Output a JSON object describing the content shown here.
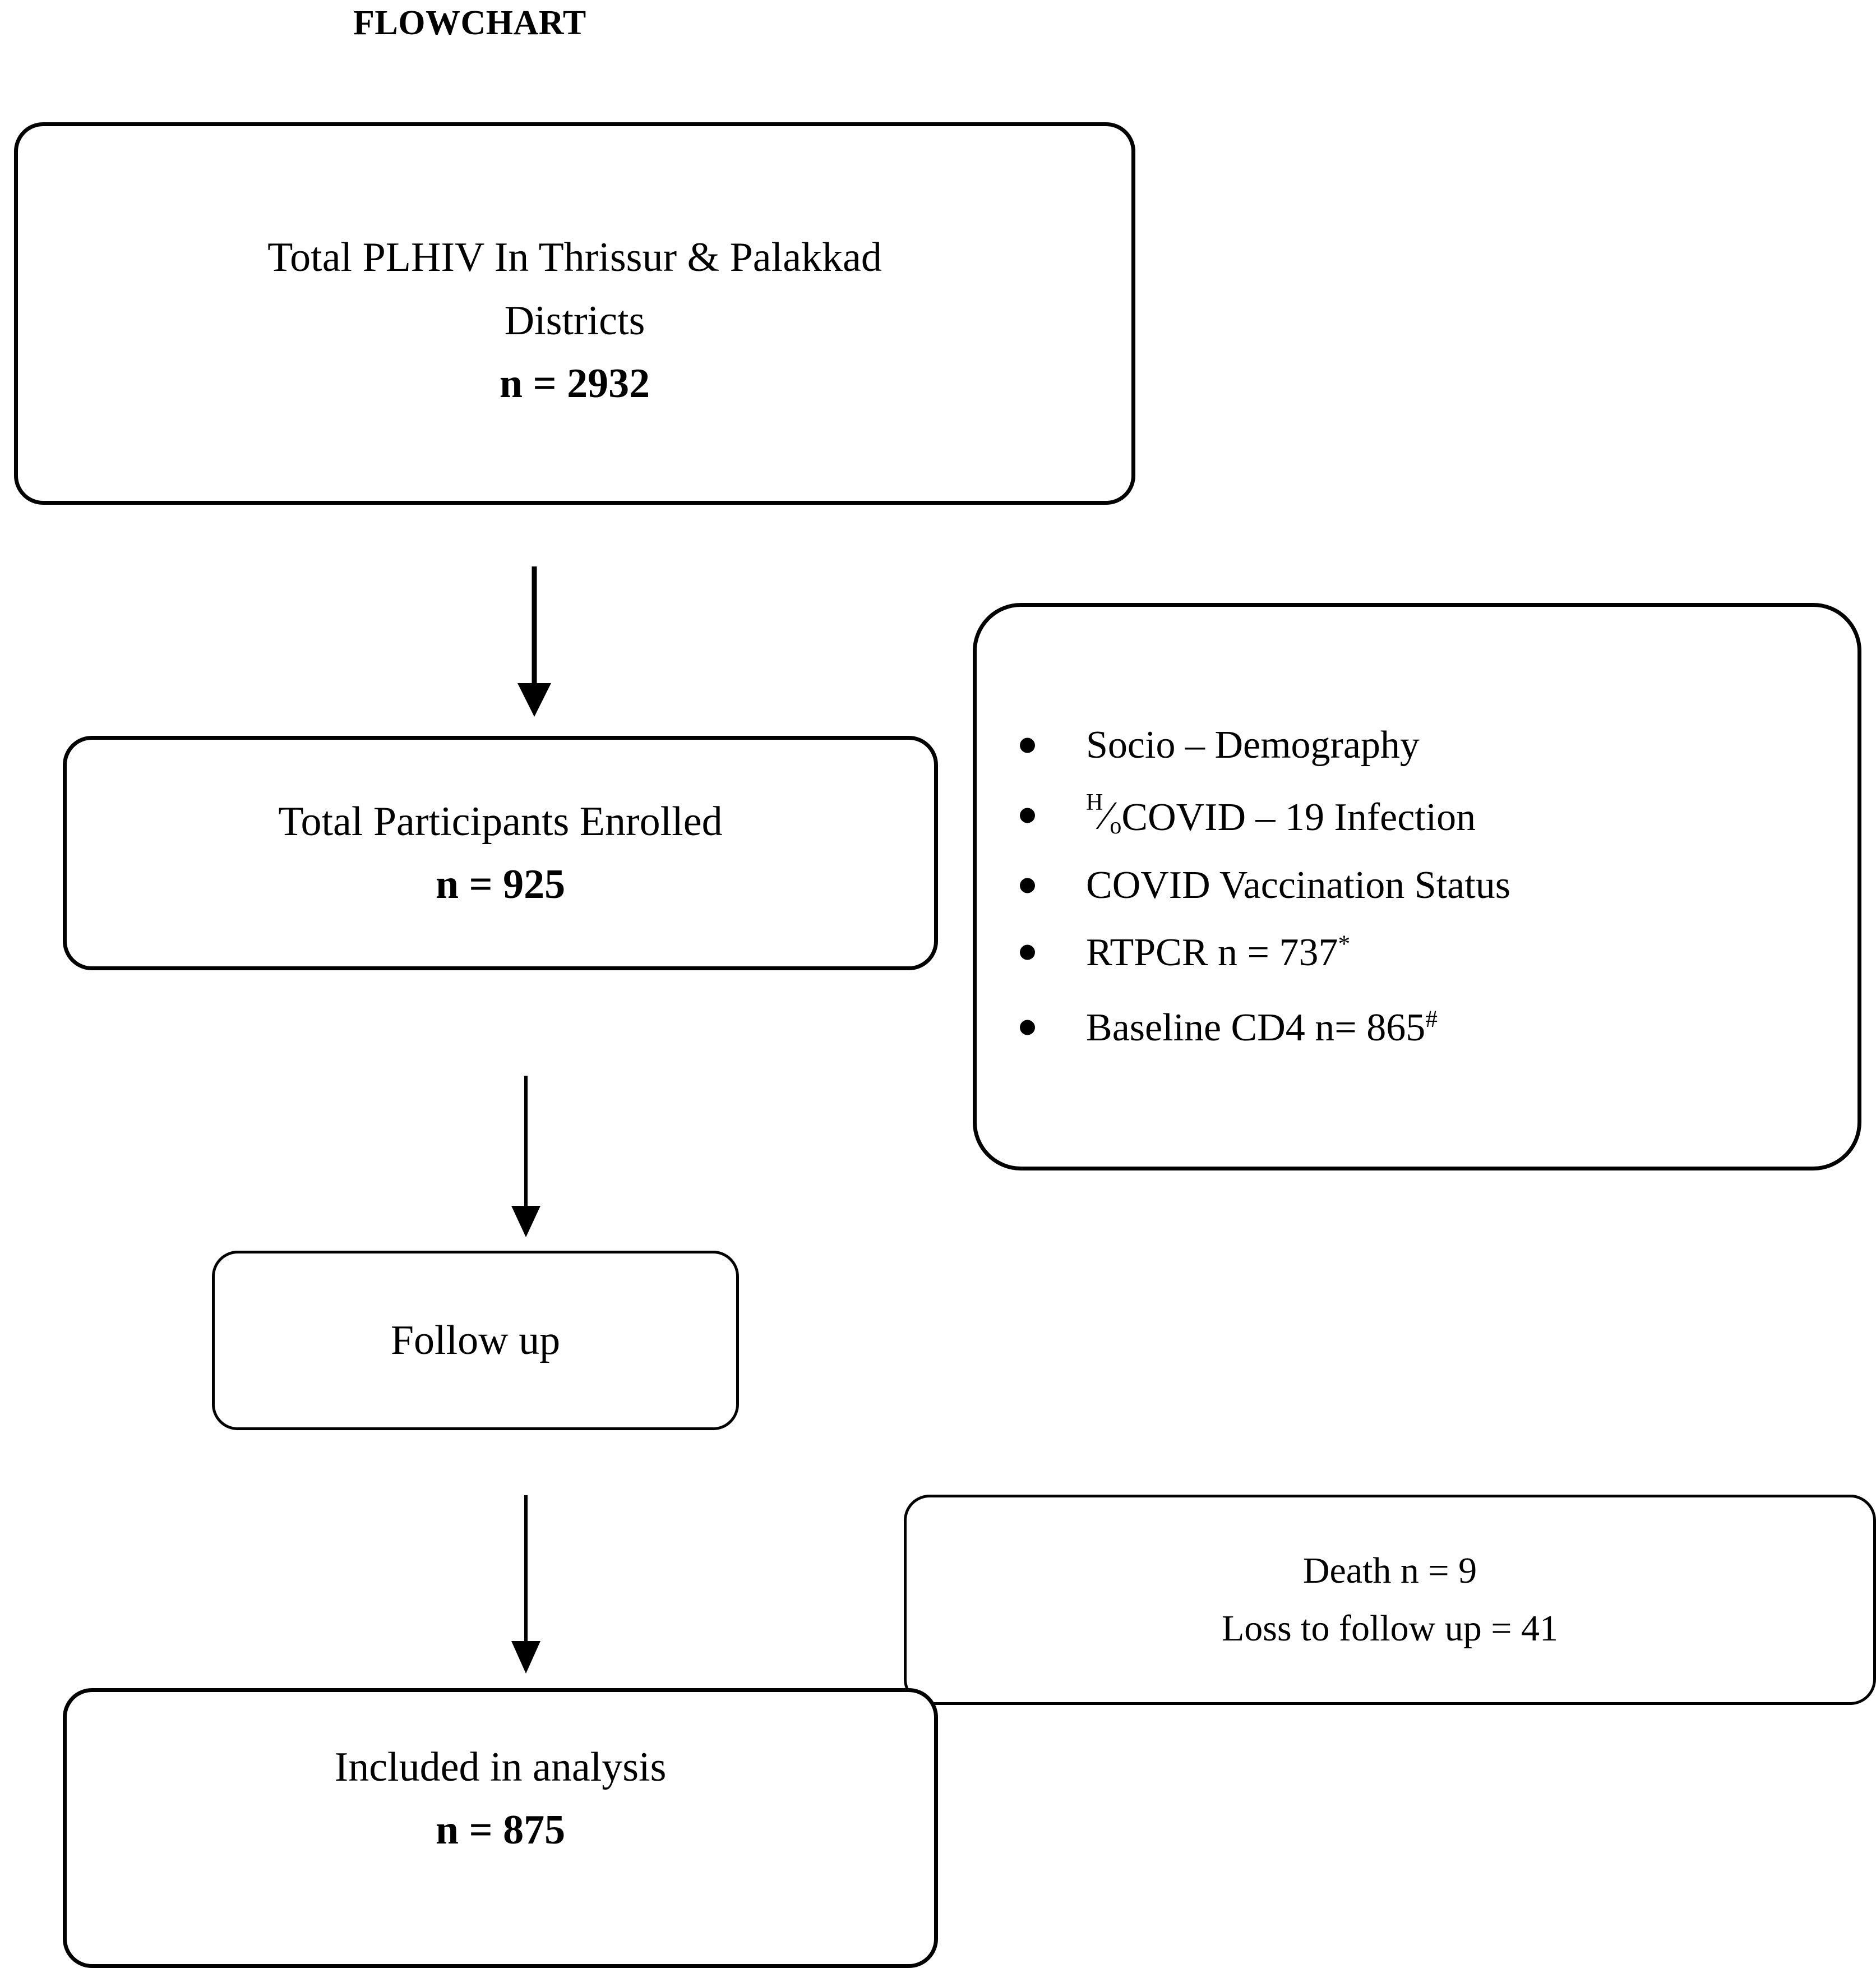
{
  "title": "FLOWCHART",
  "nodes": {
    "total_plhiv": {
      "line1": "Total PLHIV In Thrissur & Palakkad",
      "line2": "Districts",
      "count": "n = 2932"
    },
    "enrolled": {
      "line1": "Total Participants Enrolled",
      "count": "n = 925"
    },
    "followup": {
      "line1": "Follow up"
    },
    "dropout": {
      "line1": "Death n = 9",
      "line2": "Loss to follow up = 41"
    },
    "included": {
      "line1": "Included in analysis",
      "count": "n = 875"
    }
  },
  "measures": {
    "items": [
      {
        "text": "Socio – Demography"
      },
      {
        "prefix_h": "H",
        "prefix_slash": "⁄",
        "prefix_o": "o",
        "text": " COVID – 19 Infection"
      },
      {
        "text": "COVID Vaccination Status"
      },
      {
        "text": "RTPCR n = 737",
        "mark": "*"
      },
      {
        "text": "Baseline CD4 n= 865",
        "mark": "#"
      }
    ]
  },
  "arrows": {
    "a1": "arrow-plhiv-to-enrolled",
    "a2": "arrow-enrolled-to-followup",
    "a3": "arrow-followup-to-included"
  },
  "colors": {
    "stroke": "#000000",
    "background": "#ffffff",
    "text": "#000000"
  }
}
